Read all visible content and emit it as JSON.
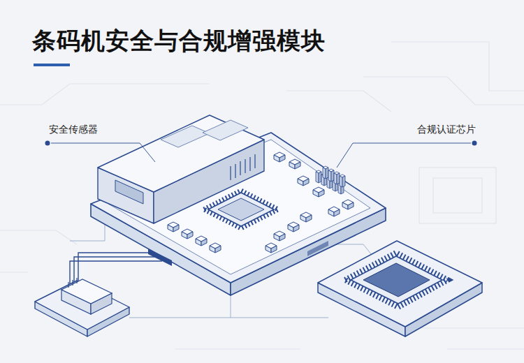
{
  "diagram": {
    "title": "条码机安全与合规增强模块",
    "labels": [
      "安全传感器",
      "合规认证芯片"
    ]
  }
}
